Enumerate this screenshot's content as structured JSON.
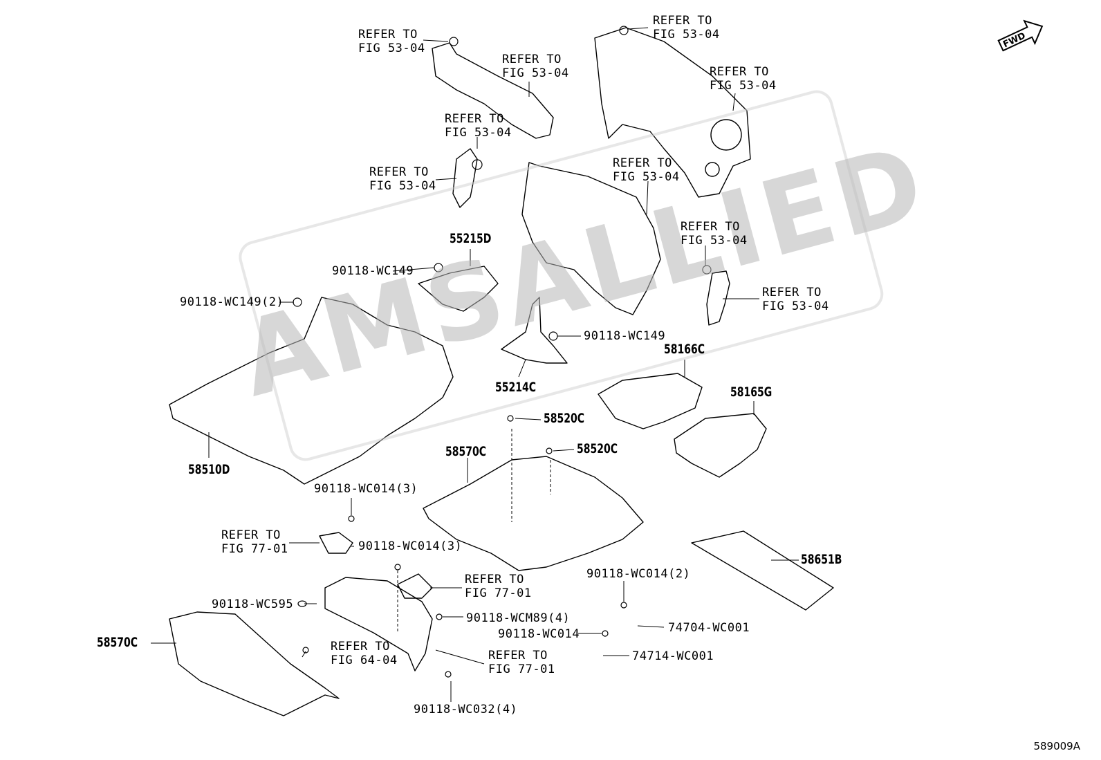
{
  "figure_id": "589009A",
  "watermark": "AMSALLIED",
  "fwd_label": "FWD",
  "refer_labels": {
    "r1": "REFER TO\nFIG 53-04",
    "r2": "REFER TO\nFIG 53-04",
    "r3": "REFER TO\nFIG 53-04",
    "r4": "REFER TO\nFIG 53-04",
    "r5": "REFER TO\nFIG 53-04",
    "r6": "REFER TO\nFIG 53-04",
    "r7": "REFER TO\nFIG 53-04",
    "r8": "REFER TO\nFIG 53-04",
    "r9": "REFER TO\nFIG 53-04",
    "r10": "REFER TO\nFIG 77-01",
    "r11": "REFER TO\nFIG 77-01",
    "r12": "REFER TO\nFIG 77-01",
    "r13": "REFER TO\nFIG 64-04"
  },
  "part_numbers": {
    "p55215D": "55215D",
    "p55214C": "55214C",
    "p58166C": "58166C",
    "p58165G": "58165G",
    "p58520C_a": "58520C",
    "p58520C_b": "58520C",
    "p58570C_a": "58570C",
    "p58570C_b": "58570C",
    "p58510D": "58510D",
    "p58651B": "58651B"
  },
  "fastener_labels": {
    "f1": "90118-WC149",
    "f2": "90118-WC149(2)",
    "f3": "90118-WC149",
    "f4": "90118-WC014(3)",
    "f5": "90118-WC014(3)",
    "f6": "90118-WC595",
    "f7": "90118-WCM89(4)",
    "f8": "90118-WC032(4)",
    "f9": "90118-WC014(2)",
    "f10": "74704-WC001",
    "f11": "90118-WC014",
    "f12": "74714-WC001"
  }
}
